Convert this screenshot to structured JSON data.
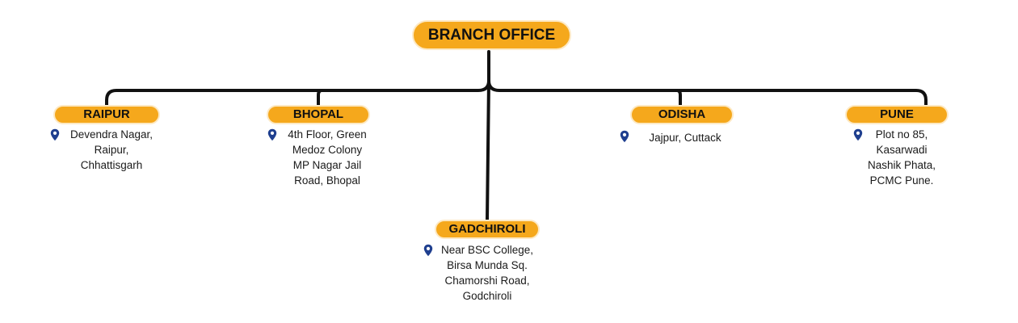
{
  "root": {
    "label": "BRANCH OFFICE"
  },
  "branches": [
    {
      "name": "RAIPUR",
      "address": [
        "Devendra Nagar,",
        "Raipur,",
        "Chhattisgarh"
      ]
    },
    {
      "name": "BHOPAL",
      "address": [
        "4th Floor, Green",
        "Medoz Colony",
        "MP Nagar Jail",
        "Road, Bhopal"
      ]
    },
    {
      "name": "GADCHIROLI",
      "address": [
        "Near BSC College,",
        "Birsa Munda Sq.",
        "Chamorshi Road,",
        "Godchiroli"
      ]
    },
    {
      "name": "ODISHA",
      "address": [
        "Jajpur, Cuttack"
      ]
    },
    {
      "name": "PUNE",
      "address": [
        "Plot no 85,",
        "Kasarwadi",
        "Nashik Phata,",
        "PCMC Pune."
      ]
    }
  ],
  "colors": {
    "pill": "#f5a81c",
    "connector": "#111111",
    "pin": "#1f3f8f",
    "text": "#1a1a1a"
  },
  "icons": {
    "location": "map-pin-icon"
  }
}
